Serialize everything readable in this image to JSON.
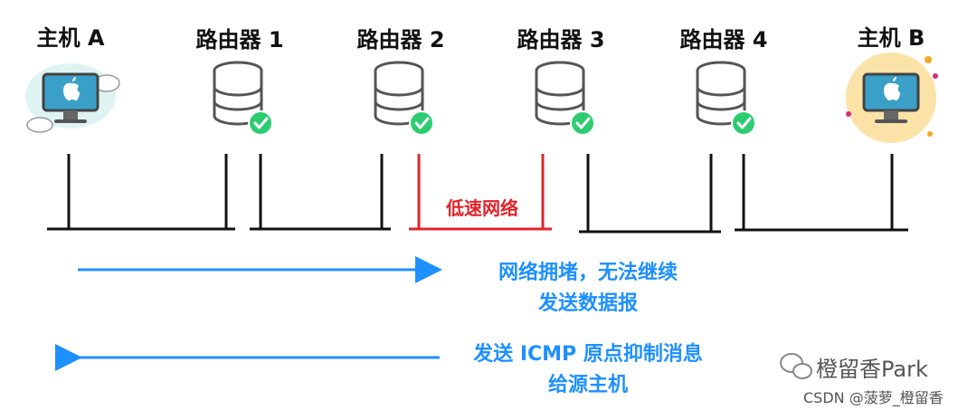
{
  "nodes": [
    {
      "label": "主机 A",
      "type": "host",
      "theme": "cloud"
    },
    {
      "label": "路由器 1",
      "type": "router"
    },
    {
      "label": "路由器 2",
      "type": "router"
    },
    {
      "label": "路由器 3",
      "type": "router"
    },
    {
      "label": "路由器 4",
      "type": "router"
    },
    {
      "label": "主机 B",
      "type": "host",
      "theme": "sun"
    }
  ],
  "slow_network_label": "低速网络",
  "arrow_forward": {
    "line1": "网络拥堵，无法继续",
    "line2": "发送数据报"
  },
  "arrow_back": {
    "line1": "发送 ICMP 原点抑制消息",
    "line2": "给源主机"
  },
  "watermark": {
    "brand": "橙留香Park",
    "csdn": "CSDN @菠萝_橙留香"
  },
  "colors": {
    "arrow": "#1e90ff",
    "slow_link": "#e0242b",
    "check": "#2ecc71",
    "router_stroke": "#555555"
  },
  "icons": [
    "monitor-icon",
    "apple-logo-icon",
    "database-icon",
    "check-circle-icon",
    "wechat-icon"
  ]
}
